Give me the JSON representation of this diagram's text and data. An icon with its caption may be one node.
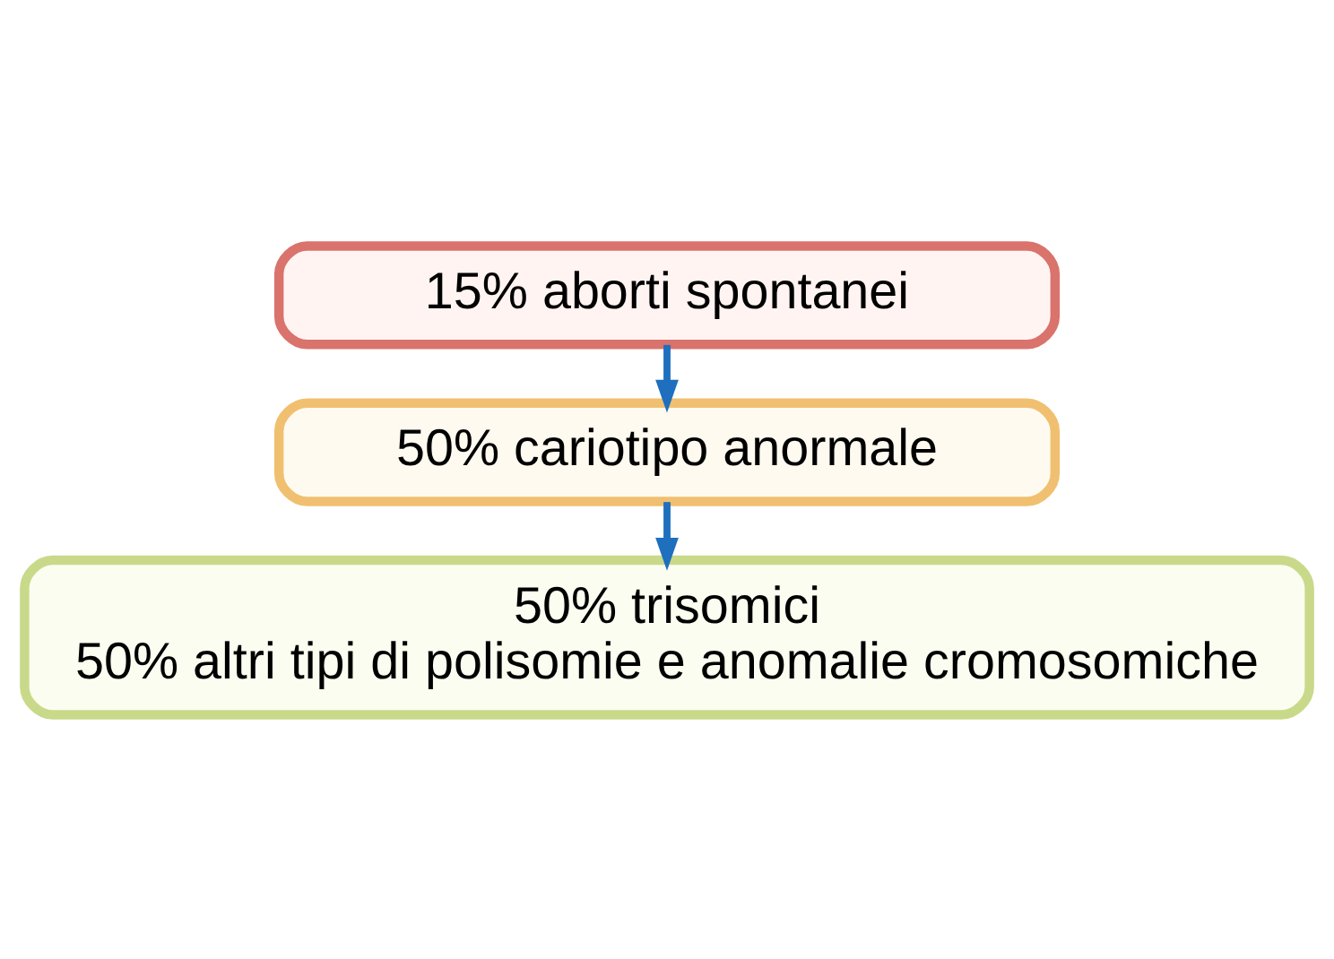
{
  "diagram": {
    "nodes": [
      {
        "text": [
          "15% aborti spontanei"
        ]
      },
      {
        "text": [
          "50% cariotipo anormale"
        ]
      },
      {
        "text": [
          "50% trisomici",
          "50% altri tipi di polisomie e anomalie cromosomiche"
        ]
      }
    ],
    "edges": [
      {
        "from": 0,
        "to": 1,
        "arrow": "to"
      },
      {
        "from": 1,
        "to": 2,
        "arrow": "to"
      }
    ]
  }
}
